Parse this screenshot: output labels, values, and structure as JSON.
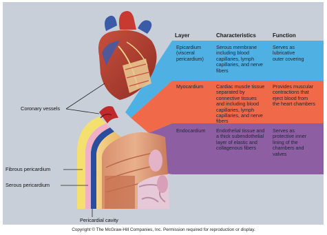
{
  "headers": {
    "layer": "Layer",
    "characteristics": "Characteristics",
    "function": "Function"
  },
  "rows": [
    {
      "layer": "Epicardium\n(visceral\npericardium)",
      "characteristics": "Serous membrane\nincluding blood\ncapillaries, lymph\ncapillaries, and nerve\nfibers",
      "function": "Serves as\nlubricative\nouter covering",
      "color": "#4fb0e3"
    },
    {
      "layer": "Myocardium",
      "characteristics": "Cardiac muscle tissue\nseparated by\nconnective tissues\nand including blood\ncapillaries, lymph\ncapillaries, and nerve\nfibers",
      "function": "Provides muscular\ncontractions that\neject blood from\nthe heart chambers",
      "color": "#f06a4a"
    },
    {
      "layer": "Endocardium",
      "characteristics": "Endothelial tissue and\na thick subendothelial\nlayer of elastic and\ncollagenous fibers",
      "function": "Serves as\nprotective inner\nlining of the\nchambers and\nvalves",
      "color": "#8d5fa2"
    }
  ],
  "labels": {
    "coronary_vessels": "Coronary vessels",
    "fibrous_pericardium": "Fibrous pericardium",
    "serous_pericardium": "Serous pericardium",
    "pericardial_cavity": "Pericardial cavity"
  },
  "copyright": "Copyright © The McGraw-Hill Companies, Inc. Permission required for reproduction or display."
}
